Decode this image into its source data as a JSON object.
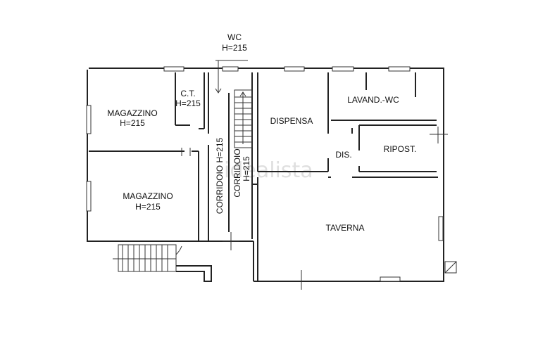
{
  "plan": {
    "wc": "WC",
    "wc_height": "H=215",
    "ct": "C.T.",
    "ct_height": "H=215",
    "magazzino_1": "MAGAZZINO",
    "magazzino_1_height": "H=215",
    "magazzino_2": "MAGAZZINO",
    "magazzino_2_height": "H=215",
    "corridoio_1": "CORRIDOIO H=215",
    "corridoio_2": "CORRIDOIO",
    "corridoio_2_height": "H=215",
    "dispensa": "DISPENSA",
    "lavand_wc": "LAVAND.-WC",
    "ripost": "RIPOST.",
    "dis": "DIS.",
    "taverna": "TAVERNA"
  },
  "watermark": "idealista"
}
